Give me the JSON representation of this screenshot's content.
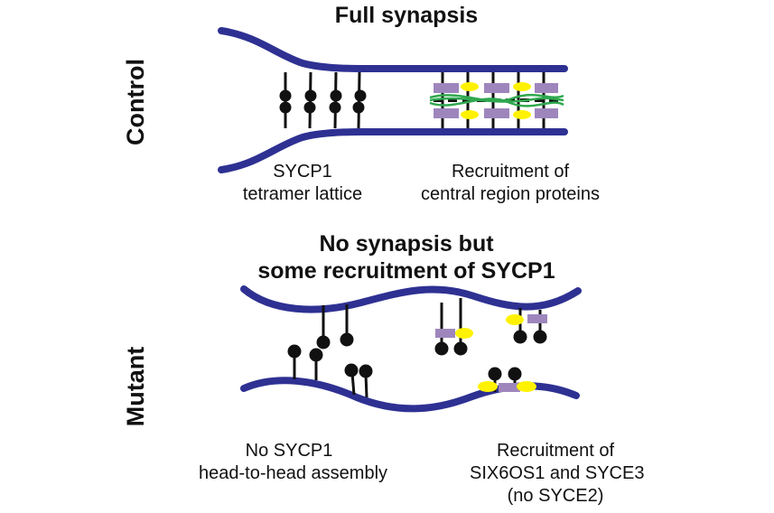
{
  "control": {
    "side_label": "Control",
    "title": "Full synapsis",
    "caption_left": [
      "SYCP1",
      "tetramer lattice"
    ],
    "caption_right": [
      "Recruitment of",
      "central region proteins"
    ]
  },
  "mutant": {
    "side_label": "Mutant",
    "title": [
      "No synapsis but",
      "some recruitment of SYCP1"
    ],
    "caption_left": [
      "No SYCP1",
      "head-to-head assembly"
    ],
    "caption_right": [
      "Recruitment of",
      "SIX6OS1 and SYCE3",
      "(no SYCE2)"
    ]
  },
  "colors": {
    "axis": "#2e3192",
    "sycp1": "#111111",
    "purple": "#9e86bd",
    "yellow": "#fff200",
    "green": "#2fa84f",
    "text": "#111111"
  }
}
